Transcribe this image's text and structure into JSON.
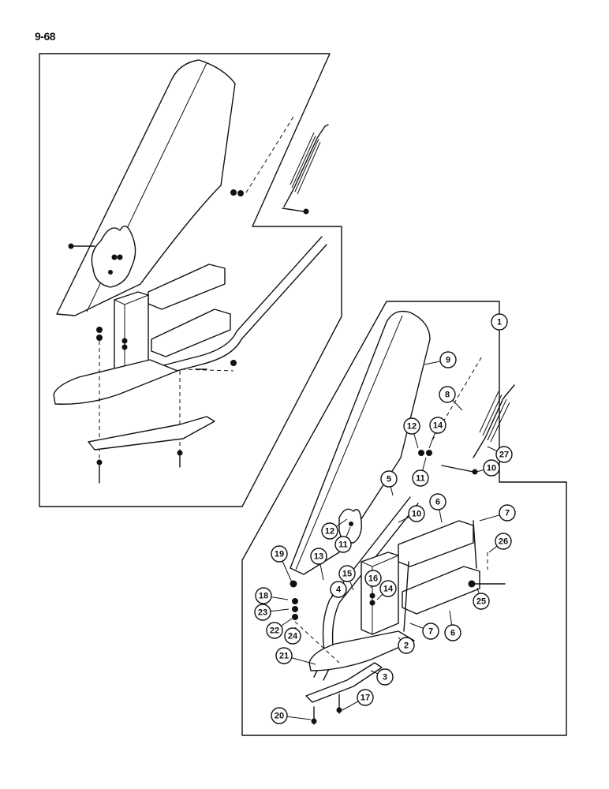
{
  "page": {
    "number": "9-68"
  },
  "callouts": [
    "1",
    "9",
    "8",
    "14",
    "12",
    "27",
    "11",
    "10",
    "5",
    "6",
    "7",
    "10",
    "12",
    "11",
    "26",
    "19",
    "13",
    "15",
    "16",
    "14",
    "4",
    "18",
    "23",
    "22",
    "24",
    "25",
    "6",
    "7",
    "2",
    "21",
    "3",
    "17",
    "20"
  ]
}
